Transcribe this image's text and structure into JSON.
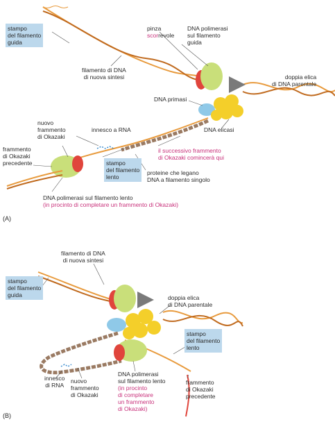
{
  "panels": [
    {
      "id": "A",
      "tag": "(A)",
      "labels": {
        "template_lead": [
          "stampo",
          "del filamento",
          "guida"
        ],
        "new_strand": [
          "filamento di DNA",
          "di nuova sintesi"
        ],
        "clamp_line1": "pinza",
        "clamp_line2_accent": "scor",
        "clamp_line2_rest": "revole",
        "polymerase_lead": [
          "DNA polimerasi",
          "sul filamento",
          "guida"
        ],
        "parental_helix": [
          "doppia elica",
          "di DNA parentale"
        ],
        "primase": "DNA primasi",
        "helicase": "DNA elicasi",
        "new_okazaki": [
          "nuovo",
          "frammento",
          "di Okazaki"
        ],
        "rna_primer": "innesco a RNA",
        "prev_okazaki": [
          "frammento",
          "di Okazaki",
          "precedente"
        ],
        "next_okazaki": [
          "il successivo frammento",
          "di Okazaki comincerà qui"
        ],
        "template_lag": [
          "stampo",
          "del filamento",
          "lento"
        ],
        "ssb": [
          "proteine che legano",
          "DNA a filamento singolo"
        ],
        "polymerase_lag": "DNA polimerasi sul filamento lento",
        "polymerase_lag_note": "(in procinto di completare un frammento di Okazaki)"
      }
    },
    {
      "id": "B",
      "tag": "(B)",
      "labels": {
        "new_strand": [
          "filamento di DNA",
          "di nuova sintesi"
        ],
        "template_lead": [
          "stampo",
          "del filamento",
          "guida"
        ],
        "parental_helix": [
          "doppia elica",
          "di DNA parentale"
        ],
        "template_lag": [
          "stampo",
          "del filamento",
          "lento"
        ],
        "rna_primer": [
          "innesco",
          "di RNA"
        ],
        "new_okazaki": [
          "nuovo",
          "frammento",
          "di Okazaki"
        ],
        "polymerase_lag": [
          "DNA polimerasi",
          "sul filamento lento"
        ],
        "polymerase_lag_note": [
          "(in procinto",
          "di completare",
          "un frammento",
          "di Okazaki)"
        ],
        "prev_okazaki": [
          "frammento",
          "di Okazaki",
          "precedente"
        ]
      }
    }
  ],
  "colors": {
    "strand_orange": "#e89a3c",
    "strand_dark": "#c06a1e",
    "label_box": "#bcd8ec",
    "clamp_red": "#e0453c",
    "polymerase_green": "#c9df7a",
    "helicase_yellow": "#f4cf2a",
    "primase_blue": "#8fc9e8",
    "ssb_brown": "#9a7a62",
    "rna_blue": "#3f8fd0",
    "accent_magenta": "#c8307a",
    "arrow_gray": "#7a7a7a"
  }
}
